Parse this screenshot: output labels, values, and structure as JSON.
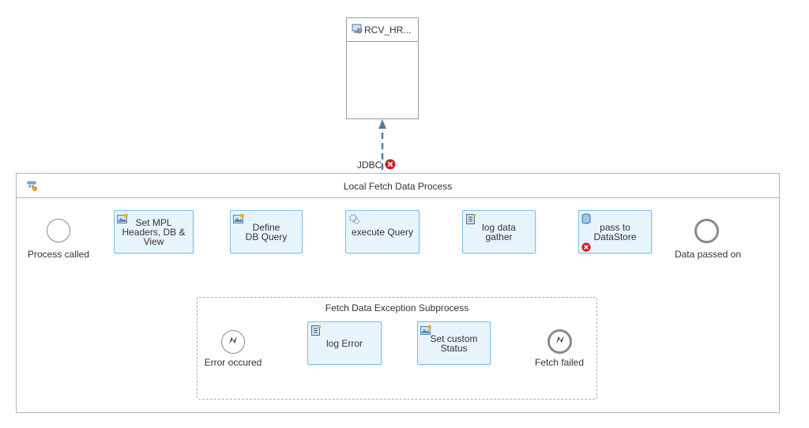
{
  "receiver": {
    "name": "RCV_HR..."
  },
  "channel": {
    "label": "JDBC",
    "status": "error"
  },
  "pool": {
    "title": "Local Fetch Data Process"
  },
  "events": {
    "start": "Process called",
    "end": "Data passed on"
  },
  "tasks": [
    {
      "label": "Set MPL Headers, DB & View",
      "icon": "content-modifier-icon"
    },
    {
      "label": "Define DB Query",
      "icon": "content-modifier-icon"
    },
    {
      "label": "execute Query",
      "icon": "request-reply-icon"
    },
    {
      "label": "log data gather",
      "icon": "script-icon"
    },
    {
      "label": "pass to DataStore",
      "icon": "datastore-icon",
      "status": "error"
    }
  ],
  "subprocess": {
    "title": "Fetch Data Exception Subprocess",
    "start": "Error occured",
    "end": "Fetch failed",
    "tasks": [
      {
        "label": "log Error",
        "icon": "script-icon"
      },
      {
        "label": "Set custom Status",
        "icon": "content-modifier-icon"
      }
    ]
  },
  "colors": {
    "task_fill": "#e8f4fc",
    "task_border": "#7cc0e6",
    "flow_line": "#4a7fa8",
    "error_red": "#cc1f1f"
  }
}
